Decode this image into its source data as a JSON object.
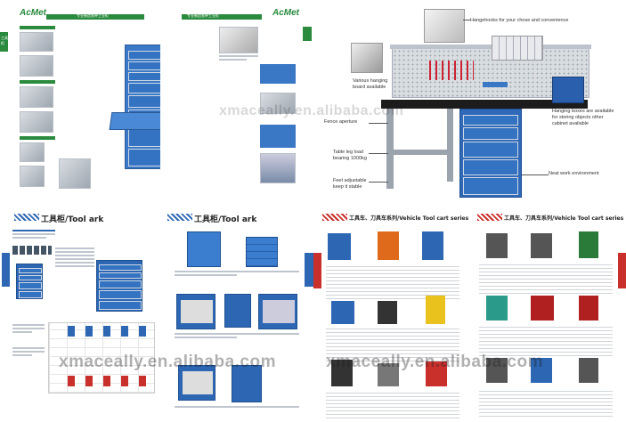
{
  "brand": {
    "logo_text": "AcMet"
  },
  "spread_top_left": {
    "header_left": "专业制造各种工业柜",
    "header_right": "专业制造各种工业柜",
    "page_label": "工具柜"
  },
  "workbench": {
    "callouts": [
      "Hangehooks for your chose and convenience",
      "Various hanging board available",
      "Hanging boxes are available for storing objects other cabinet available",
      "Fence aperture",
      "Table leg load bearing 1000kg",
      "Feet adjustable keep it stable",
      "Neat work environment"
    ]
  },
  "bottom_left": {
    "title": "工具柜/Tool ark"
  },
  "bottom_mid": {
    "title": "工具柜/Tool ark"
  },
  "bottom_right_a": {
    "title": "工具车、刀具车系列/Vehicle Tool cart series"
  },
  "bottom_right_b": {
    "title": "工具车、刀具车系列/Vehicle Tool cart series"
  },
  "watermarks": [
    "xmaceally.en.alibaba.com",
    "xmaceally.en.alibaba.com",
    "xmaceally.en.alibaba.com"
  ],
  "colors": {
    "brand_green": "#2a8a3e",
    "cabinet_blue": "#2d67b4",
    "cart_red": "#c9302c"
  }
}
